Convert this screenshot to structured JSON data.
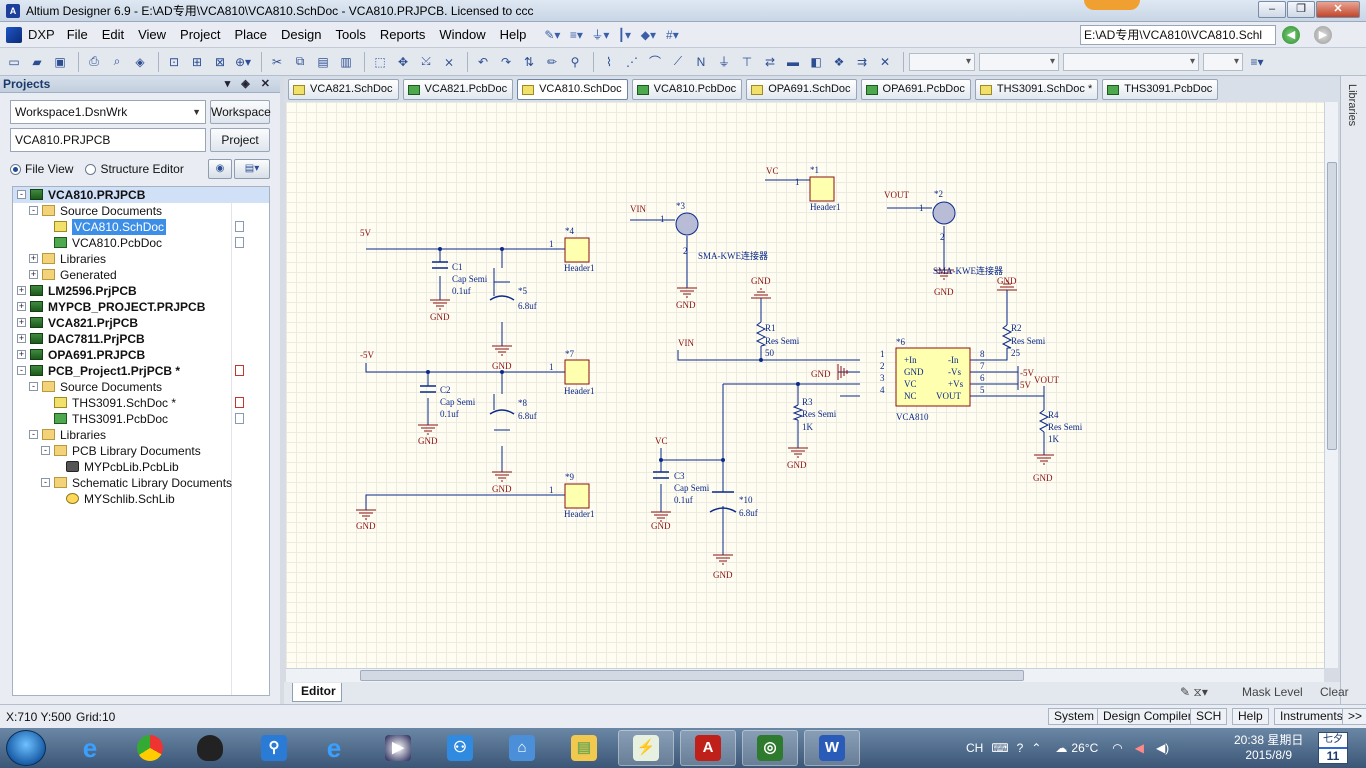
{
  "window": {
    "title": "Altium Designer 6.9 - E:\\AD专用\\VCA810\\VCA810.SchDoc - VCA810.PRJPCB. Licensed to ccc"
  },
  "menu": {
    "dxp": "DXP",
    "items": [
      "File",
      "Edit",
      "View",
      "Project",
      "Place",
      "Design",
      "Tools",
      "Reports",
      "Window",
      "Help"
    ],
    "path": "E:\\AD专用\\VCA810\\VCA810.Schl"
  },
  "projects_panel": {
    "title": "Projects",
    "workspace_value": "Workspace1.DsnWrk",
    "workspace_button": "Workspace",
    "project_value": "VCA810.PRJPCB",
    "project_button": "Project",
    "file_view": "File View",
    "structure_editor": "Structure Editor",
    "tree": [
      {
        "label": "VCA810.PRJPCB",
        "indent": 0,
        "icon": "proj",
        "exp": "-",
        "bold": true,
        "selected": true
      },
      {
        "label": "Source Documents",
        "indent": 1,
        "icon": "folder",
        "exp": "-"
      },
      {
        "label": "VCA810.SchDoc",
        "indent": 2,
        "icon": "sch",
        "highlight": true,
        "doc": true
      },
      {
        "label": "VCA810.PcbDoc",
        "indent": 2,
        "icon": "pcb",
        "doc": true
      },
      {
        "label": "Libraries",
        "indent": 1,
        "icon": "folder",
        "exp": "+"
      },
      {
        "label": "Generated",
        "indent": 1,
        "icon": "folder",
        "exp": "+"
      },
      {
        "label": "LM2596.PrjPCB",
        "indent": 0,
        "icon": "proj",
        "exp": "+",
        "bold": true
      },
      {
        "label": "MYPCB_PROJECT.PRJPCB",
        "indent": 0,
        "icon": "proj",
        "exp": "+",
        "bold": true
      },
      {
        "label": "VCA821.PrjPCB",
        "indent": 0,
        "icon": "proj",
        "exp": "+",
        "bold": true
      },
      {
        "label": "DAC7811.PrjPCB",
        "indent": 0,
        "icon": "proj",
        "exp": "+",
        "bold": true
      },
      {
        "label": "OPA691.PRJPCB",
        "indent": 0,
        "icon": "proj",
        "exp": "+",
        "bold": true
      },
      {
        "label": "PCB_Project1.PrjPCB *",
        "indent": 0,
        "icon": "proj",
        "exp": "-",
        "bold": true,
        "docred": true
      },
      {
        "label": "Source Documents",
        "indent": 1,
        "icon": "folder",
        "exp": "-"
      },
      {
        "label": "THS3091.SchDoc *",
        "indent": 2,
        "icon": "sch",
        "docred": true
      },
      {
        "label": "THS3091.PcbDoc",
        "indent": 2,
        "icon": "pcb",
        "doc": true
      },
      {
        "label": "Libraries",
        "indent": 1,
        "icon": "folder",
        "exp": "-"
      },
      {
        "label": "PCB Library Documents",
        "indent": 2,
        "icon": "folder",
        "exp": "-"
      },
      {
        "label": "MYPcbLib.PcbLib",
        "indent": 3,
        "icon": "lib"
      },
      {
        "label": "Schematic Library Documents",
        "indent": 2,
        "icon": "folder",
        "exp": "-"
      },
      {
        "label": "MYSchlib.SchLib",
        "indent": 3,
        "icon": "schlib"
      }
    ]
  },
  "doc_tabs": [
    {
      "label": "VCA821.SchDoc",
      "kind": "sch"
    },
    {
      "label": "VCA821.PcbDoc",
      "kind": "pcb"
    },
    {
      "label": "VCA810.SchDoc",
      "kind": "sch",
      "active": true
    },
    {
      "label": "VCA810.PcbDoc",
      "kind": "pcb"
    },
    {
      "label": "OPA691.SchDoc",
      "kind": "sch"
    },
    {
      "label": "OPA691.PcbDoc",
      "kind": "pcb"
    },
    {
      "label": "THS3091.SchDoc *",
      "kind": "sch"
    },
    {
      "label": "THS3091.PcbDoc",
      "kind": "pcb"
    }
  ],
  "right_panel": "Libraries",
  "schematic": {
    "nets": {
      "p5v": "5V",
      "n5v": "-5V",
      "gnd": "GND",
      "vin": "VIN",
      "vc": "VC",
      "vout": "VOUT"
    },
    "c1": {
      "ref": "C1",
      "type": "Cap Semi",
      "value": "0.1uf"
    },
    "c2": {
      "ref": "C2",
      "type": "Cap Semi",
      "value": "0.1uf"
    },
    "c3": {
      "ref": "C3",
      "type": "Cap Semi",
      "value": "0.1uf"
    },
    "e5": {
      "ref": "*5",
      "value": "6.8uf"
    },
    "e8": {
      "ref": "*8",
      "value": "6.8uf"
    },
    "e10": {
      "ref": "*10",
      "value": "6.8uf"
    },
    "h1": {
      "ref": "*1",
      "name": "Header1"
    },
    "h4": {
      "ref": "*4",
      "name": "Header1"
    },
    "h7": {
      "ref": "*7",
      "name": "Header1"
    },
    "h9": {
      "ref": "*9",
      "name": "Header1"
    },
    "sma3": {
      "ref": "*3",
      "name": "SMA-KWE连接器"
    },
    "sma2": {
      "ref": "*2",
      "name": "SMA-KWE连接器"
    },
    "r1": {
      "ref": "R1",
      "type": "Res Semi",
      "value": "50"
    },
    "r2": {
      "ref": "R2",
      "type": "Res Semi",
      "value": "25"
    },
    "r3": {
      "ref": "R3",
      "type": "Res Semi",
      "value": "1K"
    },
    "r4": {
      "ref": "R4",
      "type": "Res Semi",
      "value": "1K"
    },
    "u6": {
      "ref": "*6",
      "name": "VCA810",
      "left_pins": [
        {
          "num": "1",
          "name": "+In"
        },
        {
          "num": "2",
          "name": "GND"
        },
        {
          "num": "3",
          "name": "VC"
        },
        {
          "num": "4",
          "name": "NC"
        }
      ],
      "right_pins": [
        {
          "num": "8",
          "name": "-In"
        },
        {
          "num": "7",
          "name": "-Vs"
        },
        {
          "num": "6",
          "name": "+Vs"
        },
        {
          "num": "5",
          "name": "VOUT"
        }
      ]
    },
    "pin1": "1",
    "pin2": "2"
  },
  "editor_tab": "Editor",
  "mask_level": "Mask Level",
  "clear": "Clear",
  "status": {
    "coord": "X:710 Y:500",
    "grid": "Grid:10",
    "buttons": [
      "System",
      "Design Compiler",
      "SCH",
      "Help",
      "Instruments",
      ">>"
    ]
  },
  "taskbar": {
    "lang": "CH",
    "temp": "26°C",
    "time": "20:38 星期日",
    "date": "2015/8/9",
    "cal_top": "七夕",
    "cal_day": "11"
  },
  "colors": {
    "sheet_bg": "#fffcf1",
    "wire": "#0a2a8a",
    "net_label": "#8a1010",
    "part_fill": "#ffffb0"
  }
}
